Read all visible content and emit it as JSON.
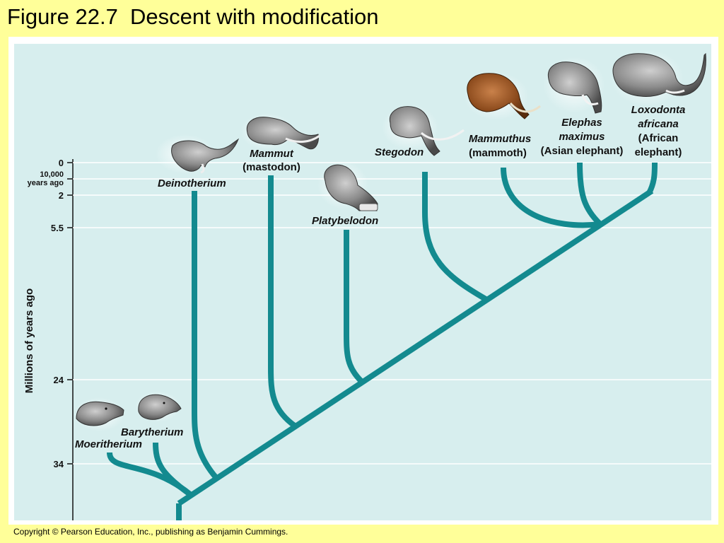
{
  "title": "Figure 22.7  Descent with modification",
  "copyright": "Copyright © Pearson Education, Inc., publishing as Benjamin Cummings.",
  "axis": {
    "label": "Millions of years ago",
    "ticks": [
      "0",
      "10,000",
      "years ago",
      "2",
      "5.5",
      "24",
      "34"
    ]
  },
  "taxa": {
    "moeritherium": "Moeritherium",
    "barytherium": "Barytherium",
    "deinotherium": "Deinotherium",
    "mammut": "Mammut",
    "mammut_common": "(mastodon)",
    "platybelodon": "Platybelodon",
    "stegodon": "Stegodon",
    "mammuthus": "Mammuthus",
    "mammuthus_common": "(mammoth)",
    "elephas_1": "Elephas",
    "elephas_2": "maximus",
    "elephas_common": "(Asian elephant)",
    "loxodonta_1": "Loxodonta",
    "loxodonta_2": "africana",
    "loxodonta_common_1": "(African",
    "loxodonta_common_2": "elephant)"
  },
  "colors": {
    "background": "#ffff99",
    "plot_background": "#d7eeee",
    "branch": "#138a8f"
  },
  "icons": [
    "moeritherium-head-icon",
    "barytherium-head-icon",
    "deinotherium-head-icon",
    "mammut-head-icon",
    "platybelodon-head-icon",
    "stegodon-head-icon",
    "mammoth-head-icon",
    "asian-elephant-head-icon",
    "african-elephant-head-icon"
  ]
}
